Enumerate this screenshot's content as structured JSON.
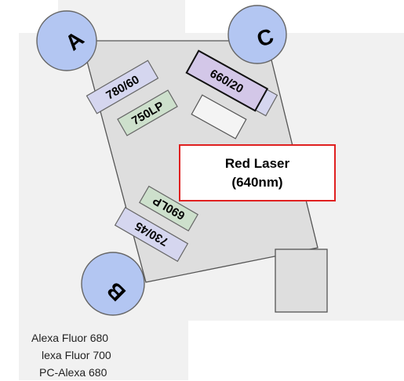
{
  "ports": {
    "a": "A",
    "b": "B",
    "c": "C"
  },
  "filters": {
    "f1": "780/60",
    "f2": "750LP",
    "f3": "660/20",
    "f4": "690LP",
    "f5": "730/45"
  },
  "laser": {
    "line1": "Red Laser",
    "line2": "(640nm)"
  },
  "fluorophores": [
    "Alexa Fluor 680",
    "lexa Fluor 700",
    "PC-Alexa 680"
  ],
  "colors": {
    "block": "#dcdcdc",
    "port": "#b3c6f2",
    "bandpass": "#d5d6ef",
    "longpass": "#cde0cc",
    "laser_border": "#e02020"
  }
}
